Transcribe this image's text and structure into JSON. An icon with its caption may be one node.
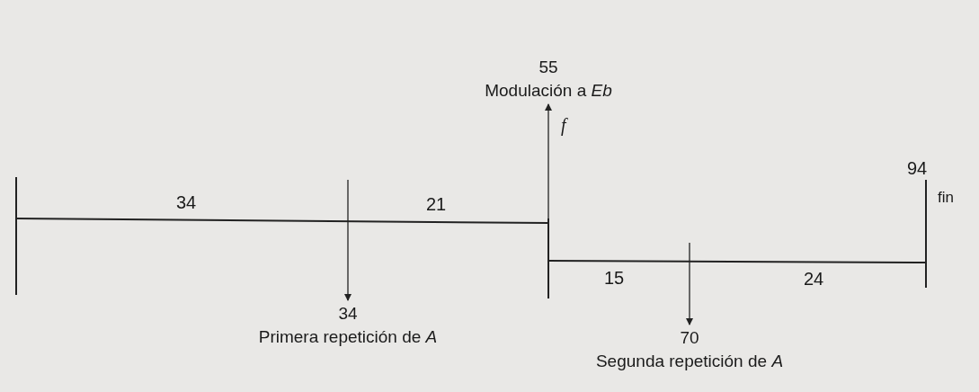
{
  "diagram": {
    "nodes": [
      {
        "text": [
          "55",
          "Modulación a *Eb*"
        ]
      },
      {
        "text": [
          "34",
          "Primera repetición de *A*"
        ]
      },
      {
        "text": [
          "70",
          "Segunda repetición de *A*"
        ]
      }
    ],
    "edges": [
      {
        "from": null,
        "to": 0,
        "arrow": "to",
        "label": "f"
      },
      {
        "from": null,
        "to": 1,
        "arrow": "to"
      },
      {
        "from": null,
        "to": 2,
        "arrow": "to"
      }
    ],
    "labels": [
      "34",
      "21",
      "94",
      "fin",
      "15",
      "24"
    ]
  }
}
